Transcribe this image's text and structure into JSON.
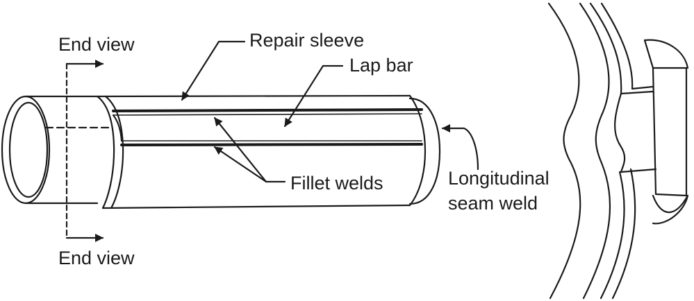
{
  "labels": {
    "end_view_top": "End view",
    "repair_sleeve": "Repair sleeve",
    "lap_bar": "Lap bar",
    "fillet_welds": "Fillet welds",
    "longitudinal_line1": "Longitudinal",
    "longitudinal_line2": "seam weld",
    "end_view_bottom": "End view"
  },
  "colors": {
    "line": "#1a1a1a",
    "background": "#ffffff"
  }
}
